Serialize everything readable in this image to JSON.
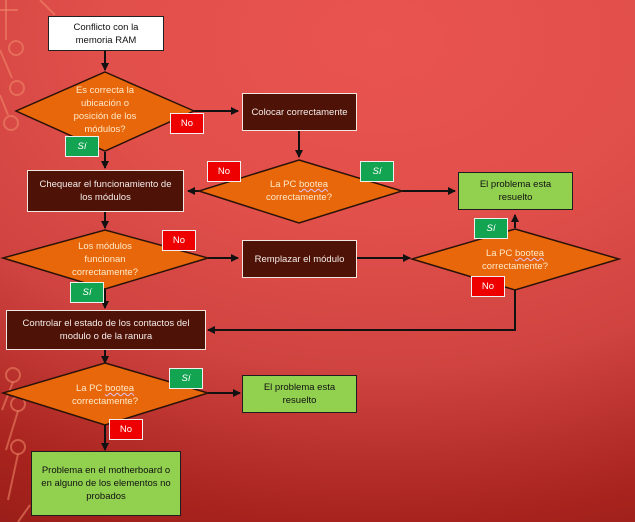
{
  "flowchart": {
    "colors": {
      "decision_fill": "#e8670a",
      "process_fill": "#4e1206",
      "result_fill": "#92d050",
      "no_badge": "#ee0000",
      "si_badge": "#13a452"
    },
    "start": {
      "label": "Conflicto con la memoria RAM"
    },
    "decisions": [
      {
        "id": "d1",
        "line1": "Es correcta la",
        "line2": "ubicación o",
        "line3": "posición de los",
        "line4": "módulos?"
      },
      {
        "id": "d2",
        "line1_pre": "La PC ",
        "line1_ul": "bootea",
        "line2": "correctamente?"
      },
      {
        "id": "d3",
        "line1": "Los módulos",
        "line2": "funcionan",
        "line3": "correctamente?"
      },
      {
        "id": "d4",
        "line1_pre": "La PC ",
        "line1_ul": "bootea",
        "line2": "correctamente?"
      },
      {
        "id": "d5",
        "line1_pre": "La PC ",
        "line1_ul": "bootea",
        "line2": "correctamente?"
      }
    ],
    "processes": [
      {
        "id": "p1",
        "label": "Colocar correctamente"
      },
      {
        "id": "p2",
        "label": "Chequear el funcionamiento de los módulos"
      },
      {
        "id": "p3",
        "label": "Remplazar el módulo"
      },
      {
        "id": "p4",
        "label": "Controlar el estado de los contactos del modulo o de la  ranura"
      }
    ],
    "results": [
      {
        "id": "r1",
        "label": "El problema esta resuelto"
      },
      {
        "id": "r2",
        "label": "El problema esta resuelto"
      },
      {
        "id": "r3",
        "label": "Problema en el motherboard o en alguno de los elementos no probados"
      }
    ],
    "badges": {
      "no": "No",
      "si": "Sí"
    }
  }
}
